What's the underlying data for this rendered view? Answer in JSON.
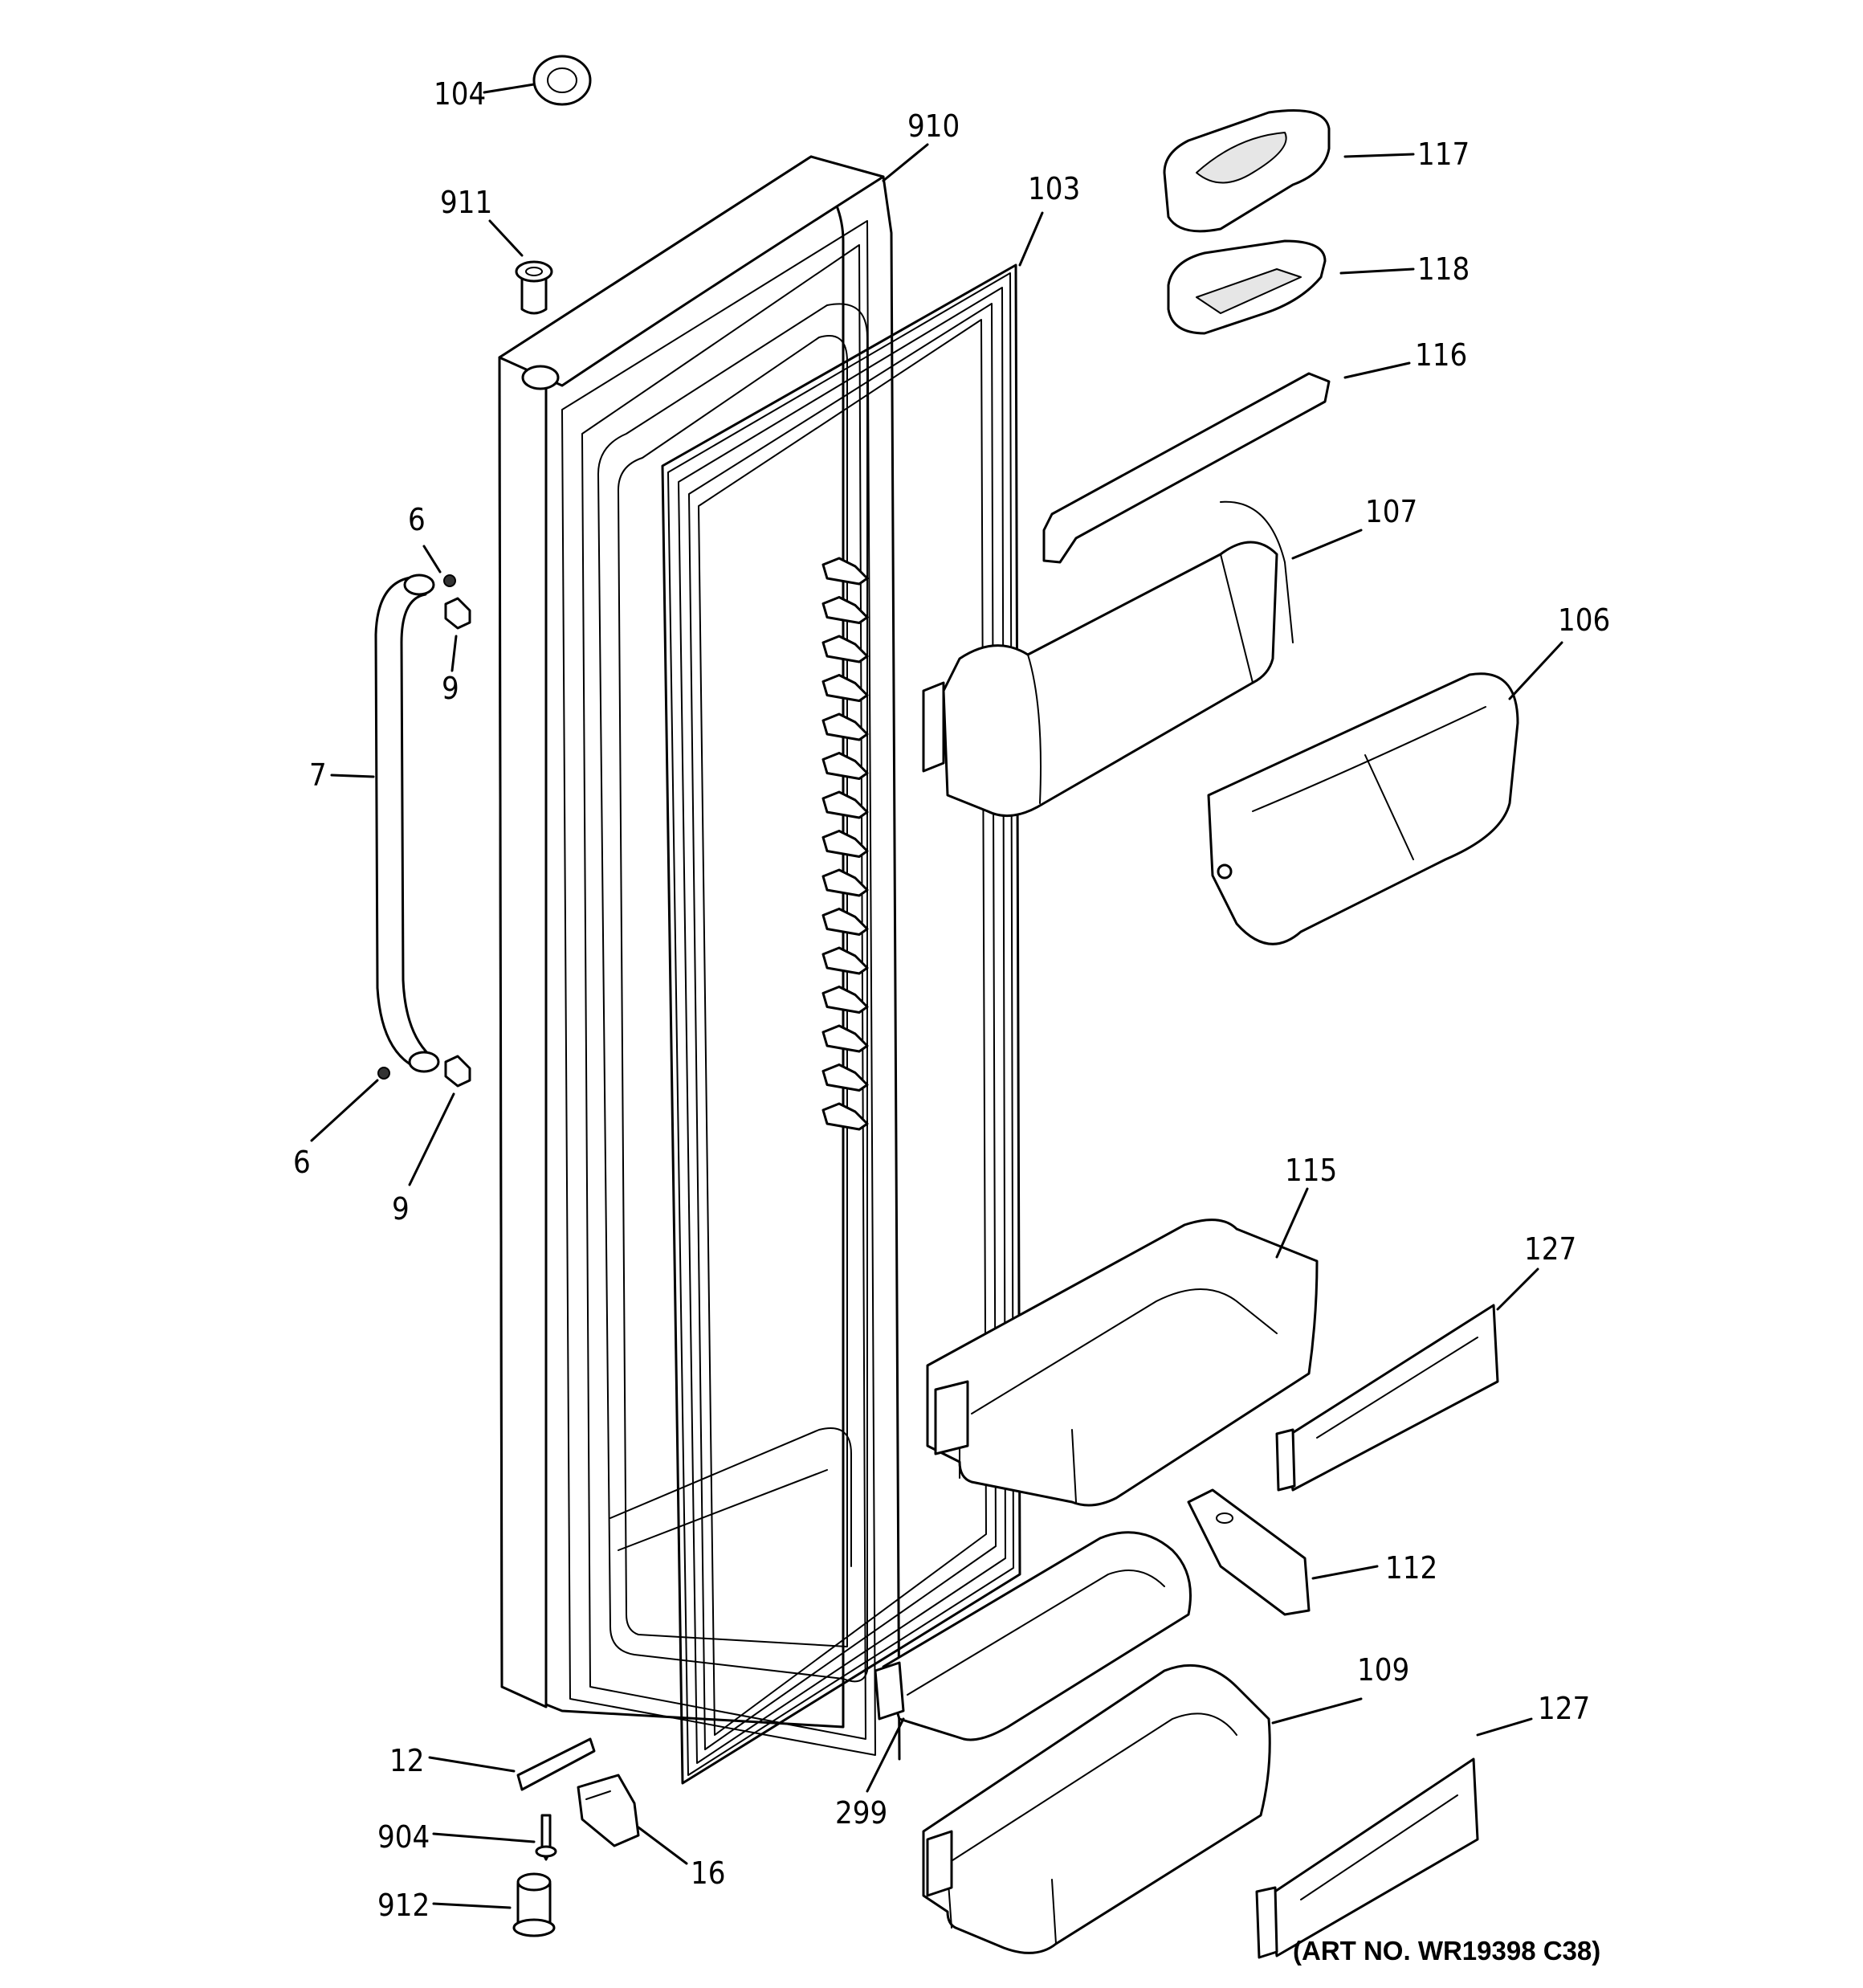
{
  "labels": {
    "l104": "104",
    "l910": "910",
    "l911": "911",
    "l103": "103",
    "l117": "117",
    "l118": "118",
    "l116": "116",
    "l107": "107",
    "l106": "106",
    "l6a": "6",
    "l9a": "9",
    "l7": "7",
    "l6b": "6",
    "l9b": "9",
    "l115": "115",
    "l127a": "127",
    "l112": "112",
    "l109": "109",
    "l127b": "127",
    "l12": "12",
    "l904": "904",
    "l912": "912",
    "l16": "16",
    "l299": "299"
  },
  "art_number": "(ART NO. WR19398 C38)"
}
